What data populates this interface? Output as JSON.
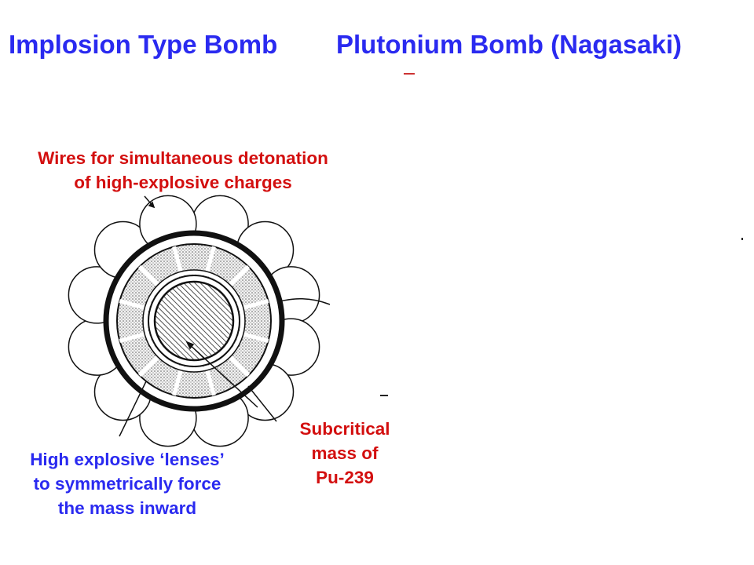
{
  "title": {
    "left": "Implosion Type Bomb",
    "right": "Plutonium Bomb  (Nagasaki)"
  },
  "labels": {
    "wires": {
      "line1": "Wires for simultaneous detonation",
      "line2": "of high-explosive charges"
    },
    "lenses": {
      "line1": "High explosive ‘lenses’",
      "line2": "to symmetrically force",
      "line3": "the mass inward"
    },
    "core": {
      "line1": "Subcritical",
      "line2": "mass of",
      "line3": "Pu-239"
    }
  },
  "colors": {
    "title": "#2a2af0",
    "red_label": "#d30f0f",
    "blue_label": "#2a2af0"
  },
  "diagram": {
    "lens_count": 12,
    "outer_lobe_count": 12
  }
}
